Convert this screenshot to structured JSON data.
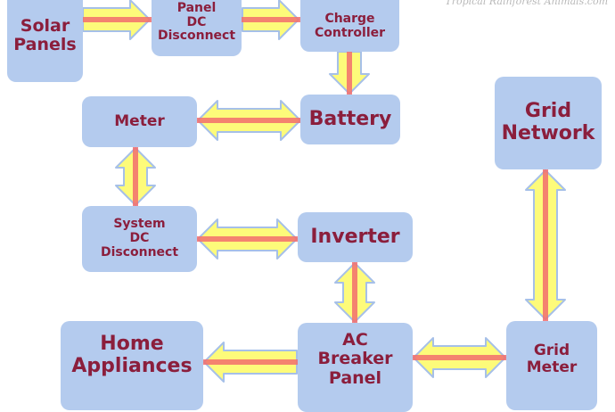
{
  "credit": "Tropical Rainforest Animals.com",
  "colors": {
    "box_fill": "#b4cbee",
    "box_text": "#8b1e3c",
    "arrow_fill": "#fdfb7a",
    "arrow_stroke": "#a6c0e8",
    "flow_line": "#f26d6d"
  },
  "nodes": {
    "solar_panels": "Solar\nPanels",
    "panel_dc_disconnect": "Panel\nDC\nDisconnect",
    "charge_controller": "Charge\nController",
    "battery": "Battery",
    "meter": "Meter",
    "system_dc_disconnect": "System\nDC\nDisconnect",
    "inverter": "Inverter",
    "ac_breaker_panel": "AC\nBreaker\nPanel",
    "home_appliances": "Home\nAppliances",
    "grid_meter": "Grid\nMeter",
    "grid_network": "Grid\nNetwork"
  },
  "connections": [
    {
      "from": "solar_panels",
      "to": "panel_dc_disconnect",
      "direction": "right"
    },
    {
      "from": "panel_dc_disconnect",
      "to": "charge_controller",
      "direction": "right"
    },
    {
      "from": "charge_controller",
      "to": "battery",
      "direction": "down"
    },
    {
      "from": "battery",
      "to": "meter",
      "direction": "both"
    },
    {
      "from": "meter",
      "to": "system_dc_disconnect",
      "direction": "both"
    },
    {
      "from": "system_dc_disconnect",
      "to": "inverter",
      "direction": "both"
    },
    {
      "from": "inverter",
      "to": "ac_breaker_panel",
      "direction": "both"
    },
    {
      "from": "ac_breaker_panel",
      "to": "home_appliances",
      "direction": "left"
    },
    {
      "from": "ac_breaker_panel",
      "to": "grid_meter",
      "direction": "both"
    },
    {
      "from": "grid_meter",
      "to": "grid_network",
      "direction": "both"
    }
  ]
}
